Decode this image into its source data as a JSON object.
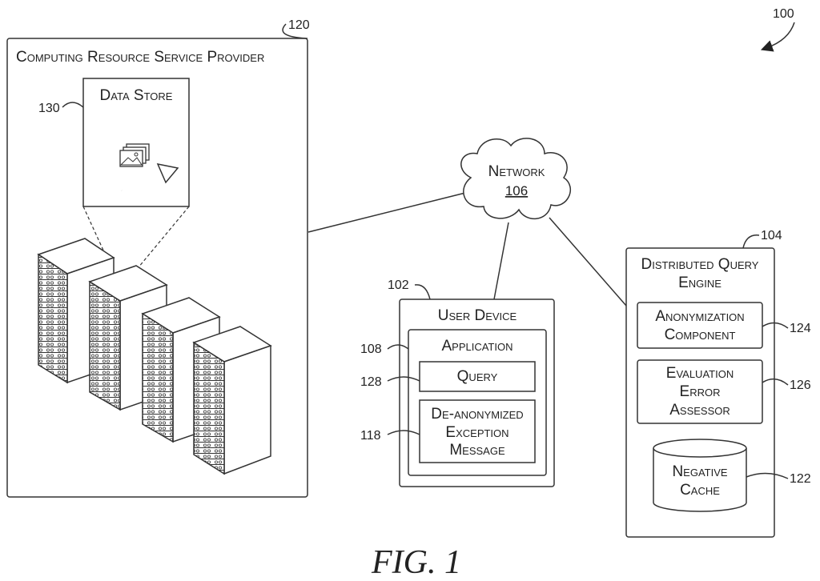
{
  "figure": {
    "ref_main": "100",
    "caption": "FIG. 1"
  },
  "provider": {
    "ref": "120",
    "title": "Computing Resource Service Provider",
    "data_store": {
      "ref": "130",
      "title": "Data Store"
    }
  },
  "network": {
    "title": "Network",
    "ref": "106"
  },
  "user_device": {
    "ref": "102",
    "title": "User Device",
    "application": {
      "ref": "108",
      "title": "Application"
    },
    "query": {
      "ref": "128",
      "title": "Query"
    },
    "message": {
      "ref": "118",
      "line1": "De-anonymized",
      "line2": "Exception",
      "line3": "Message"
    }
  },
  "engine": {
    "ref": "104",
    "line1": "Distributed Query",
    "line2": "Engine",
    "anonymization": {
      "ref": "124",
      "line1": "Anonymization",
      "line2": "Component"
    },
    "evaluation": {
      "ref": "126",
      "line1": "Evaluation",
      "line2": "Error",
      "line3": "Assessor"
    },
    "cache": {
      "ref": "122",
      "line1": "Negative",
      "line2": "Cache"
    }
  }
}
